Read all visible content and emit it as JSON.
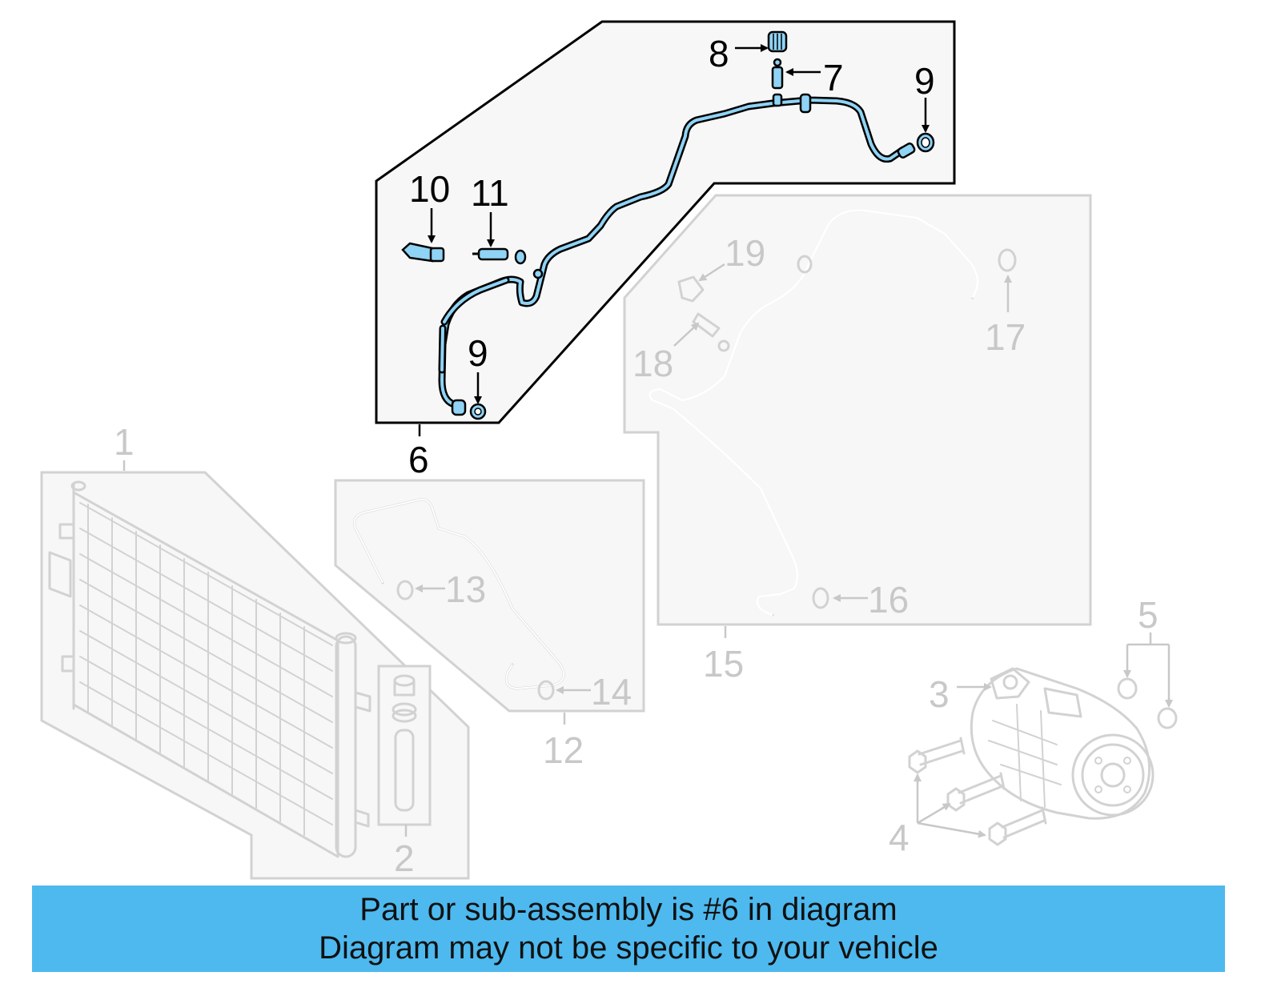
{
  "callouts": {
    "c1": "1",
    "c2": "2",
    "c3": "3",
    "c4": "4",
    "c5": "5",
    "c6": "6",
    "c7": "7",
    "c8": "8",
    "c9a": "9",
    "c9b": "9",
    "c10": "10",
    "c11": "11",
    "c12": "12",
    "c13": "13",
    "c14": "14",
    "c15": "15",
    "c16": "16",
    "c17": "17",
    "c18": "18",
    "c19": "19"
  },
  "highlight": {
    "part_number": "6",
    "color": "#8fd3f5",
    "banner_color": "#4db9ef"
  },
  "banner": {
    "line1": "Part or sub-assembly is #6 in diagram",
    "line2": "Diagram may not be specific to your vehicle"
  }
}
